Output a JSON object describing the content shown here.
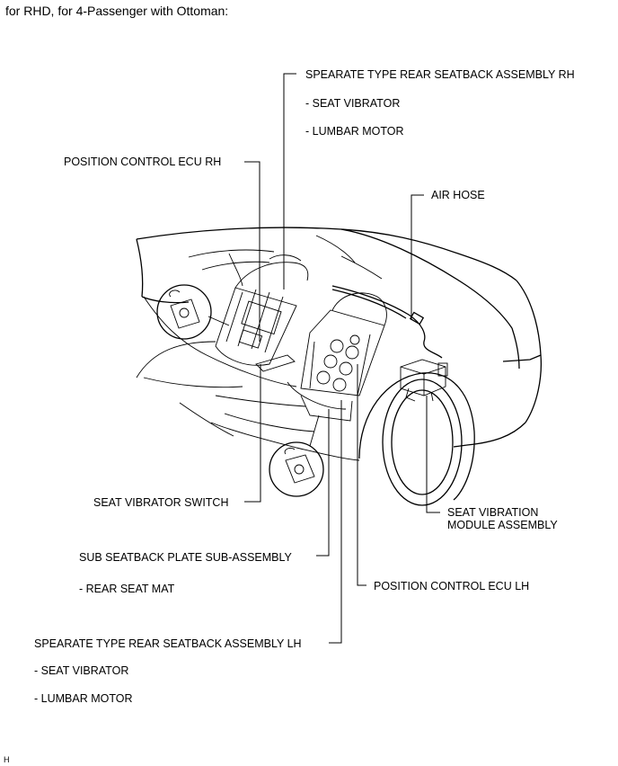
{
  "title": "for RHD, for 4-Passenger with Ottoman:",
  "labels": {
    "rh_seatback": "SPEARATE TYPE REAR SEATBACK ASSEMBLY RH",
    "rh_seat_vibrator": "- SEAT VIBRATOR",
    "rh_lumbar_motor": "- LUMBAR MOTOR",
    "ecu_rh": "POSITION CONTROL ECU RH",
    "air_hose": "AIR HOSE",
    "vibrator_switch": "SEAT VIBRATOR SWITCH",
    "vibration_module_line1": "SEAT VIBRATION",
    "vibration_module_line2": "MODULE ASSEMBLY",
    "sub_seatback": "SUB SEATBACK PLATE SUB-ASSEMBLY",
    "rear_seat_mat": "- REAR SEAT MAT",
    "ecu_lh": "POSITION CONTROL ECU LH",
    "lh_seatback": "SPEARATE TYPE REAR SEATBACK ASSEMBLY LH",
    "lh_seat_vibrator": "- SEAT VIBRATOR",
    "lh_lumbar_motor": "- LUMBAR MOTOR"
  },
  "corner_mark": "H"
}
